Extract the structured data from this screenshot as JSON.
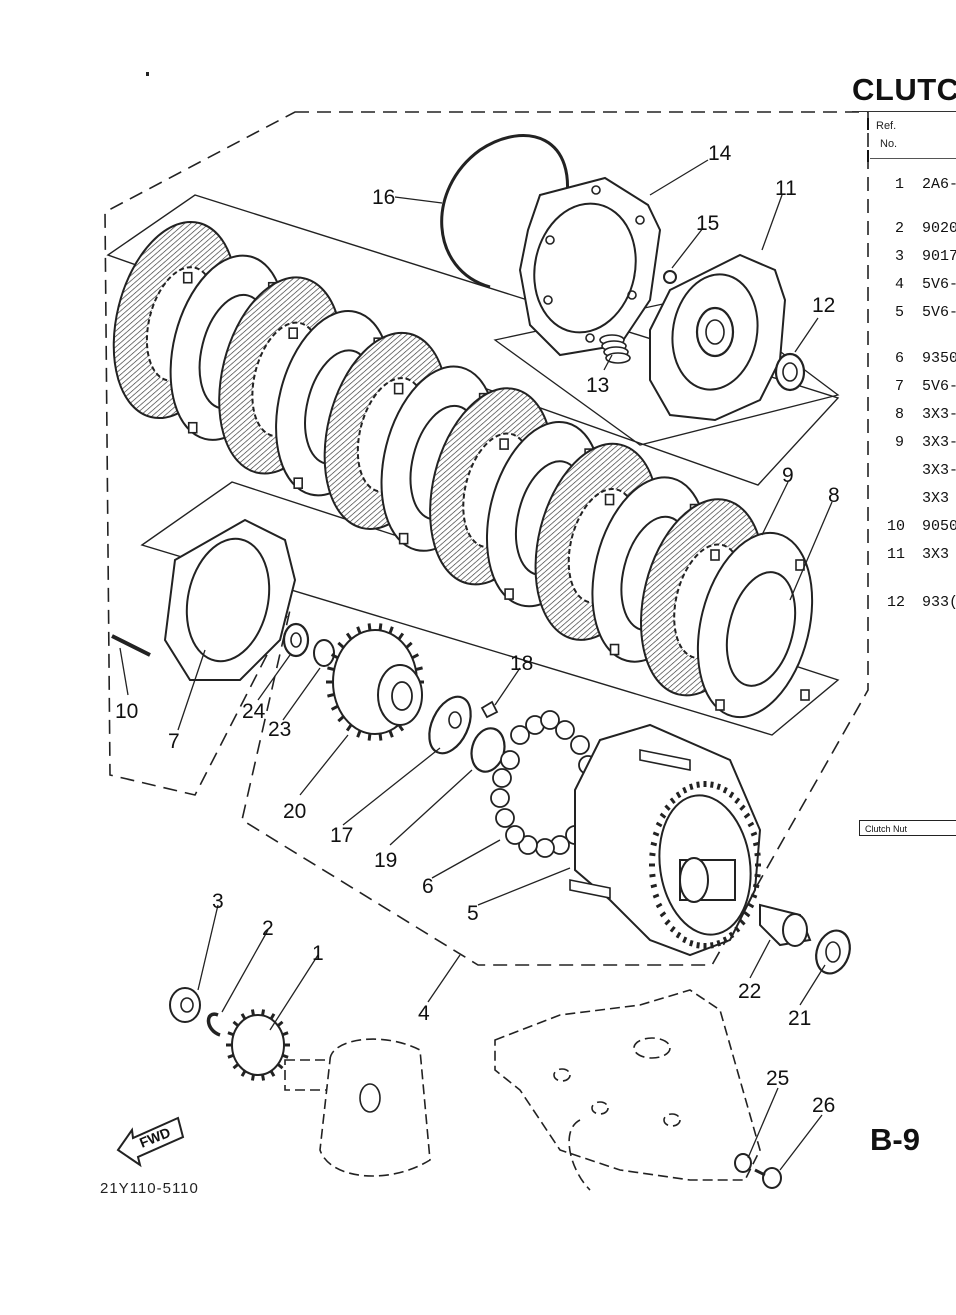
{
  "page": {
    "title": "CLUTC",
    "page_number": "B-9",
    "diagram_code": "21Y110-5110",
    "fwd_label": "FWD",
    "clutch_nut_label": "Clutch Nut"
  },
  "table": {
    "header_ref": "Ref.",
    "header_no": "No.",
    "rows": [
      {
        "ref": "1",
        "part": "2A6-"
      },
      {
        "ref": "2",
        "part": "9020"
      },
      {
        "ref": "3",
        "part": "9017"
      },
      {
        "ref": "4",
        "part": "5V6-"
      },
      {
        "ref": "5",
        "part": "5V6-"
      },
      {
        "ref": "6",
        "part": "9350"
      },
      {
        "ref": "7",
        "part": "5V6-"
      },
      {
        "ref": "8",
        "part": "3X3-"
      },
      {
        "ref": "9",
        "part": "3X3-"
      },
      {
        "ref": "",
        "part": "3X3-"
      },
      {
        "ref": "",
        "part": "3X3"
      },
      {
        "ref": "10",
        "part": "9050"
      },
      {
        "ref": "11",
        "part": "3X3"
      },
      {
        "ref": "12",
        "part": "933("
      }
    ]
  },
  "callouts": [
    "1",
    "2",
    "3",
    "4",
    "5",
    "6",
    "7",
    "8",
    "9",
    "10",
    "11",
    "12",
    "13",
    "14",
    "15",
    "16",
    "17",
    "18",
    "19",
    "20",
    "21",
    "22",
    "23",
    "24",
    "25",
    "26"
  ]
}
